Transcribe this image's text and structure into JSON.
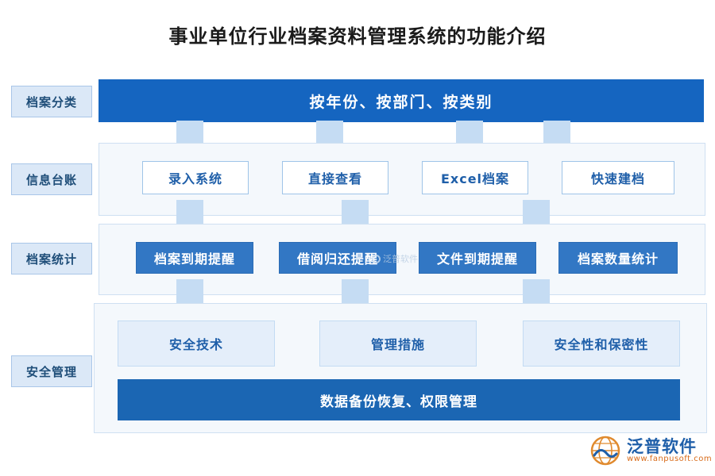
{
  "title": "事业单位行业档案资料管理系统的功能介绍",
  "rows": [
    {
      "label": "档案分类",
      "banner": "按年份、按部门、按类别"
    },
    {
      "label": "信息台账",
      "boxes": [
        "录入系统",
        "直接查看",
        "Excel档案",
        "快速建档"
      ]
    },
    {
      "label": "档案统计",
      "boxes": [
        "档案到期提醒",
        "借阅归还提醒",
        "文件到期提醒",
        "档案数量统计"
      ]
    },
    {
      "label": "安全管理",
      "boxes": [
        "安全技术",
        "管理措施",
        "安全性和保密性"
      ],
      "wide_box": "数据备份恢复、权限管理"
    }
  ],
  "watermark": "泛普软件",
  "logo": {
    "name_cn": "泛普软件",
    "name_en": "www.fanpusoft.com"
  },
  "colors": {
    "banner_blue": "#1565c0",
    "solid_blue": "#3277c4",
    "deep_blue": "#1b66b3",
    "light_blue": "#e4eefa",
    "label_blue": "#dbe8f7",
    "arrow_blue": "#c5dcf3",
    "text_blue": "#1f5fa9",
    "orange": "#d86a18"
  }
}
